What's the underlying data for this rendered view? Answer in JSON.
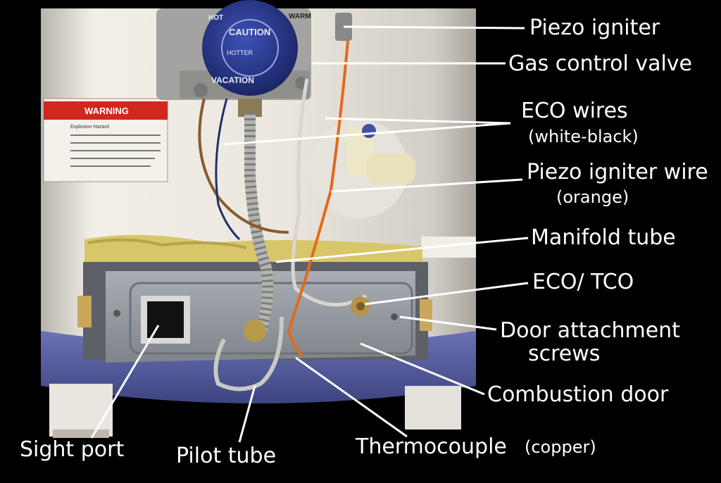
{
  "labels": {
    "piezo_igniter": "Piezo igniter",
    "gas_control_valve": "Gas control valve",
    "eco_wires": "ECO wires",
    "eco_wires_note": "(white-black)",
    "piezo_igniter_wire": "Piezo igniter wire",
    "piezo_igniter_wire_note": "(orange)",
    "manifold_tube": "Manifold tube",
    "eco_tco": "ECO/ TCO",
    "door_screws_line1": "Door attachment",
    "door_screws_line2": "screws",
    "combustion_door": "Combustion door",
    "sight_port": "Sight port",
    "pilot_tube": "Pilot tube",
    "thermocouple": "Thermocouple",
    "thermocouple_note": "(copper)"
  },
  "photo_text": {
    "dial_caution": "CAUTION",
    "dial_hot": "HOT",
    "dial_warm": "WARM",
    "dial_vacation": "VACATION",
    "dial_hotter": "HOTTER",
    "warning_title": "WARNING",
    "warning_sub": "Explosion Hazard"
  },
  "colors": {
    "background": "#000000",
    "tank": "#ece9e2",
    "insulation": "#d8c66a",
    "door": "#9ba0a6",
    "dial": "#2a3a8f",
    "warning_red": "#d0281e",
    "base": "#5a63a8",
    "orange_wire": "#e06a1a",
    "brown_wire": "#8a5a2a",
    "leader_line": "#ffffff"
  }
}
